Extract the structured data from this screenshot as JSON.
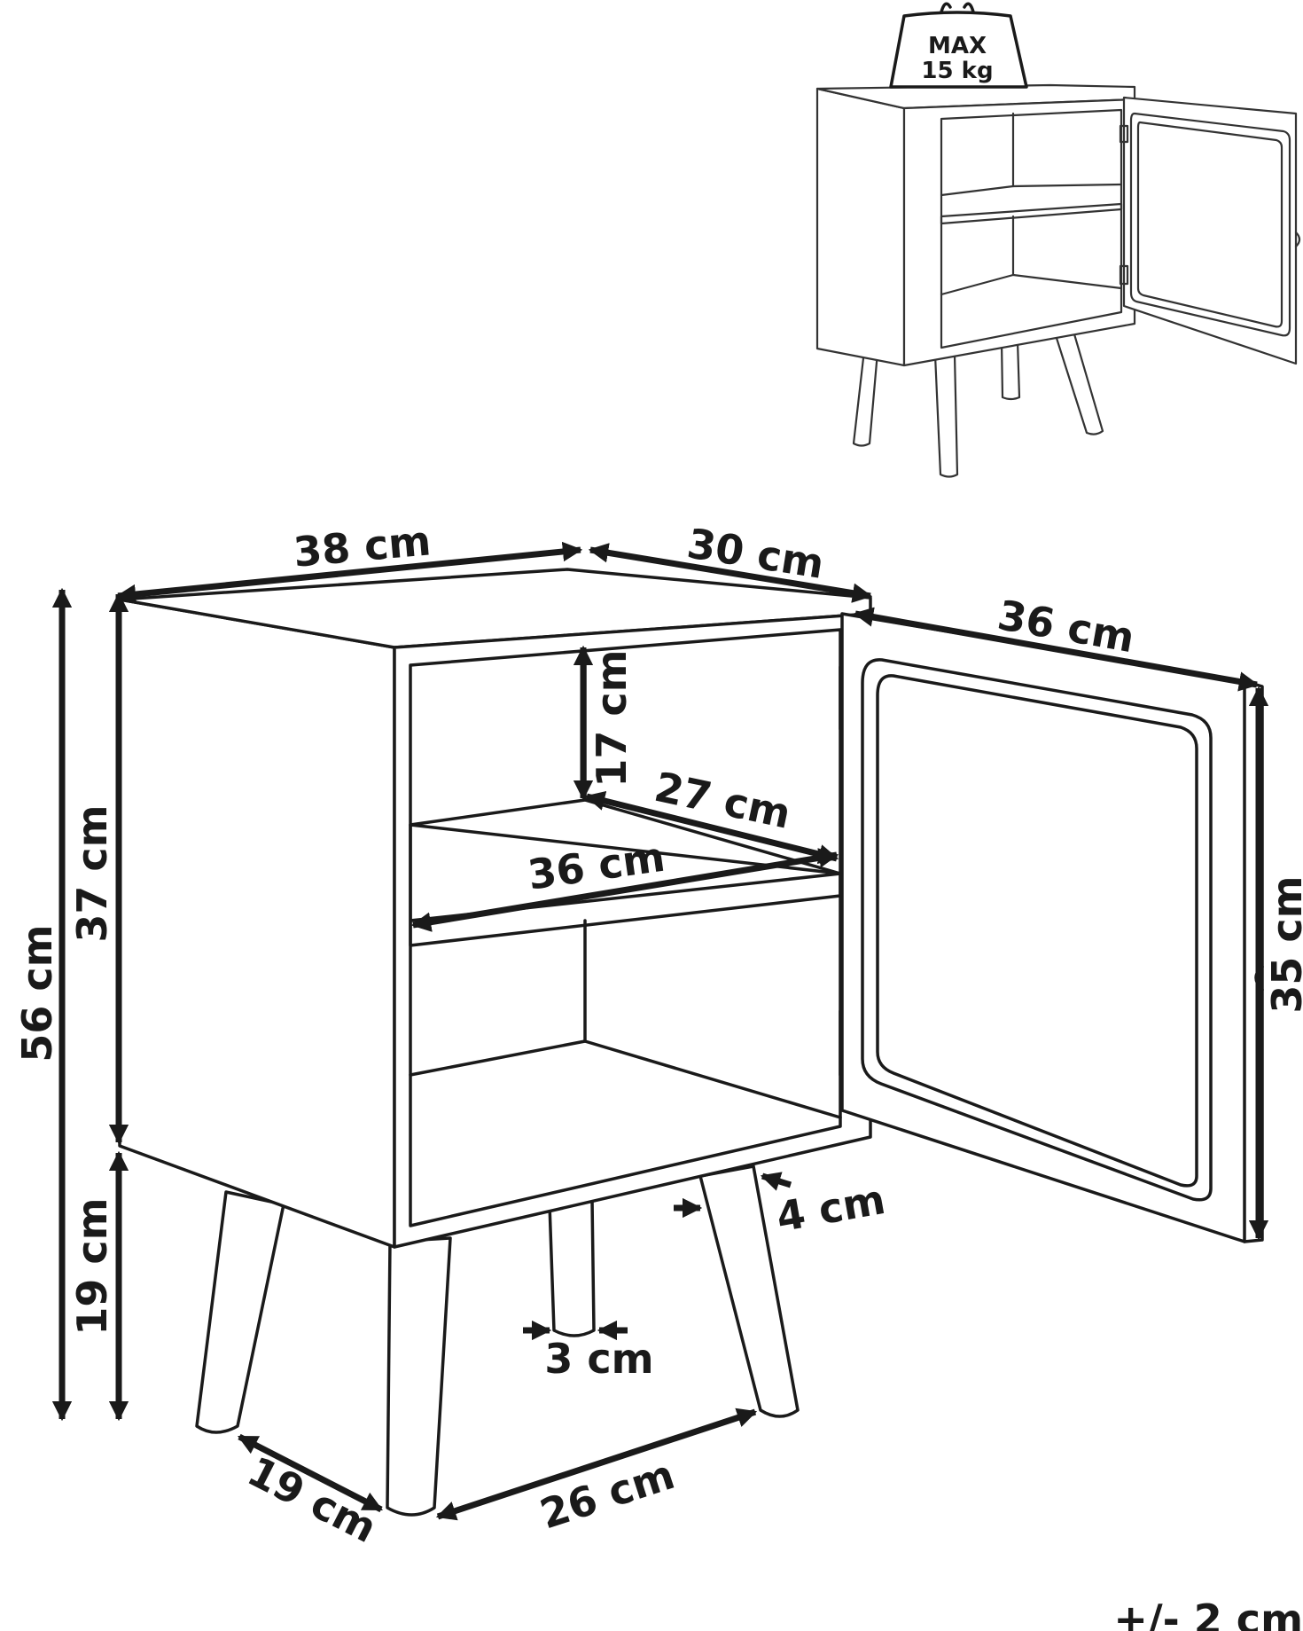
{
  "weight_badge": {
    "line1": "MAX",
    "line2": "15 kg"
  },
  "dimensions": {
    "width": "38 cm",
    "depth": "30 cm",
    "door_width": "36 cm",
    "total_height": "56 cm",
    "body_height": "37 cm",
    "leg_height": "19 cm",
    "shelf_gap": "17 cm",
    "shelf_depth": "27 cm",
    "shelf_width": "36 cm",
    "door_height": "35 cm",
    "leg_width": "4 cm",
    "leg_tip": "3 cm",
    "leg_side_span": "19 cm",
    "leg_front_span": "26 cm"
  },
  "tolerance": "+/- 2 cm"
}
